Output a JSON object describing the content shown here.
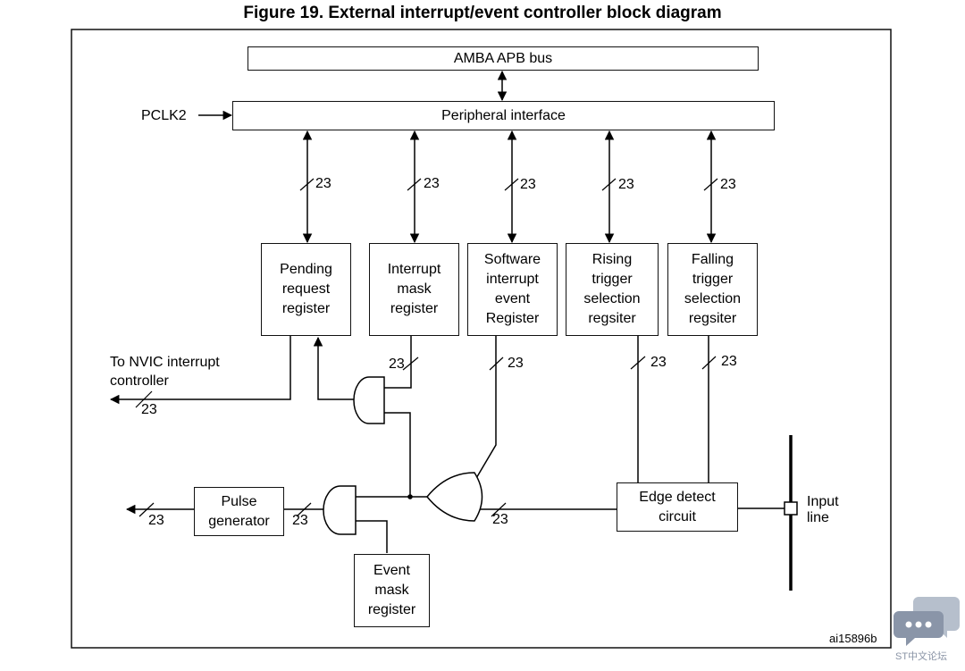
{
  "title": "Figure 19. External interrupt/event controller block diagram",
  "blocks": {
    "amba_bus": "AMBA APB bus",
    "peripheral_interface": "Peripheral interface",
    "pending_register": "Pending\nrequest\nregister",
    "interrupt_mask": "Interrupt\nmask\nregister",
    "software_interrupt": "Software\ninterrupt\nevent\nRegister",
    "rising_trigger": "Rising\ntrigger\nselection\nregsiter",
    "falling_trigger": "Falling\ntrigger\nselection\nregsiter",
    "edge_detect": "Edge detect\ncircuit",
    "pulse_generator": "Pulse\ngenerator",
    "event_mask": "Event\nmask\nregister"
  },
  "labels": {
    "pclk2": "PCLK2",
    "nvic": "To NVIC interrupt\ncontroller",
    "input_line": "Input\nline",
    "bus_width": "23"
  },
  "figure_id": "ai15896b",
  "watermark": "ST中文论坛"
}
